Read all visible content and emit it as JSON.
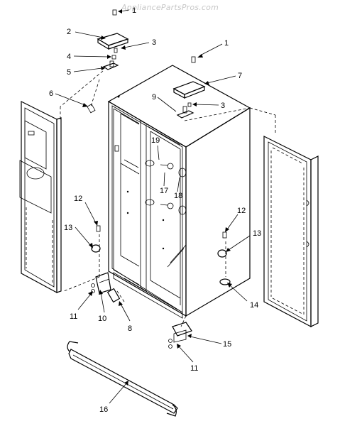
{
  "watermark": "AppliancePartsPros.com",
  "callouts": {
    "c1a": "1",
    "c1b": "1",
    "c2": "2",
    "c3a": "3",
    "c3b": "3",
    "c4": "4",
    "c5": "5",
    "c6": "6",
    "c7": "7",
    "c8": "8",
    "c9": "9",
    "c10": "10",
    "c11a": "11",
    "c11b": "11",
    "c12a": "12",
    "c12b": "12",
    "c13a": "13",
    "c13b": "13",
    "c14": "14",
    "c15": "15",
    "c16": "16",
    "c17": "17",
    "c18": "18",
    "c19": "19"
  }
}
